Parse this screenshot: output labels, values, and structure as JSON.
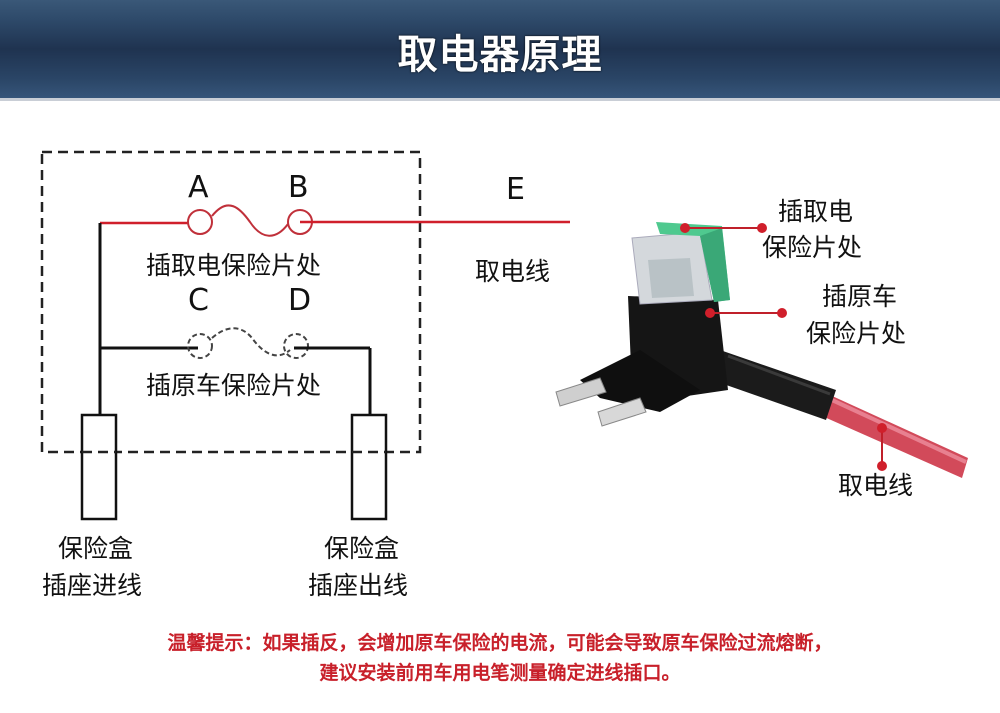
{
  "header": {
    "title": "取电器原理"
  },
  "diagram": {
    "terminals": {
      "a": "A",
      "b": "B",
      "c": "C",
      "d": "D",
      "e": "E"
    },
    "labels": {
      "tap_fuse_slot": "插取电保险片处",
      "original_fuse_slot": "插原车保险片处",
      "power_wire": "取电线",
      "fuse_box_in_line1": "保险盒",
      "fuse_box_in_line2": "插座进线",
      "fuse_box_out_line1": "保险盒",
      "fuse_box_out_line2": "插座出线"
    },
    "colors": {
      "power_line": "#d01f2b",
      "circuit_line": "#111111",
      "fuse_green": "#4fc98f"
    }
  },
  "product": {
    "callouts": {
      "tap_fuse_line1": "插取电",
      "tap_fuse_line2": "保险片处",
      "original_fuse_line1": "插原车",
      "original_fuse_line2": "保险片处",
      "power_wire": "取电线"
    }
  },
  "notice": {
    "line1": "温馨提示：如果插反，会增加原车保险的电流，可能会导致原车保险过流熔断，",
    "line2": "建议安装前用车用电笔测量确定进线插口。"
  }
}
